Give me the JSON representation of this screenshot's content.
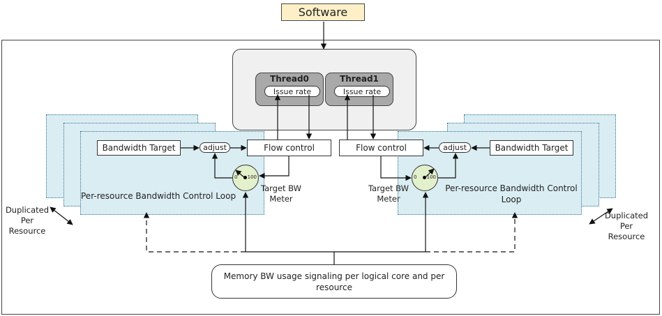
{
  "software": "Software",
  "threads": [
    {
      "name": "Thread0",
      "control": "Issue rate"
    },
    {
      "name": "Thread1",
      "control": "Issue rate"
    }
  ],
  "left": {
    "bandwidth_target": "Bandwidth Target",
    "adjust": "adjust",
    "flow_control": "Flow control",
    "loop_label": "Per-resource Bandwidth Control Loop",
    "meter_label": "Target BW Meter",
    "meter_min": "0",
    "meter_max": "100",
    "duplicated_label": "Duplicated Per Resource"
  },
  "right": {
    "bandwidth_target": "Bandwidth Target",
    "adjust": "adjust",
    "flow_control": "Flow control",
    "loop_label": "Per-resource Bandwidth Control Loop",
    "meter_label": "Target BW Meter",
    "meter_min": "0",
    "meter_max": "100",
    "duplicated_label": "Duplicated Per Resource"
  },
  "signal_box": "Memory BW usage signaling per logical core and per resource",
  "colors": {
    "software_fill": "#fdf0c8",
    "thread_fill": "#a9a9a9",
    "loop_fill": "#daedf3",
    "meter_fill": "#e3f0cc"
  }
}
